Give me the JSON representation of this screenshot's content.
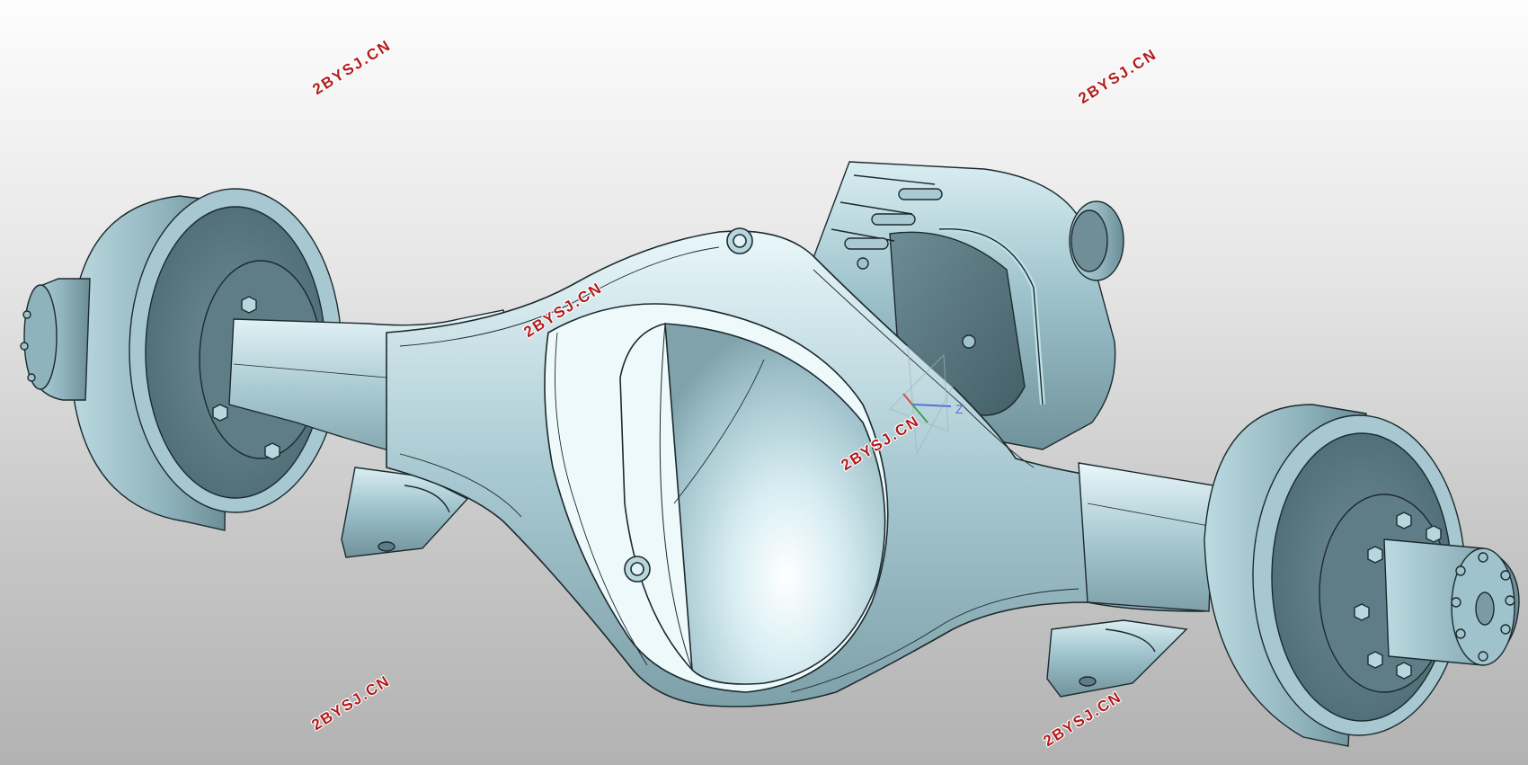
{
  "watermarks": [
    "2BYSJ.CN",
    "2BYSJ.CN",
    "2BYSJ.CN",
    "2BYSJ.CN",
    "2BYSJ.CN",
    "2BYSJ.CN"
  ],
  "triad": {
    "axis_label": "Z"
  },
  "colors": {
    "background_top": "#fdfdfd",
    "background_bottom": "#b2b2b2",
    "part_base": "#9fc3cc",
    "part_highlight": "#eef9fb",
    "part_shadow": "#5a7c86",
    "edge": "#1c2a2e",
    "watermark": "#b31b1b"
  }
}
